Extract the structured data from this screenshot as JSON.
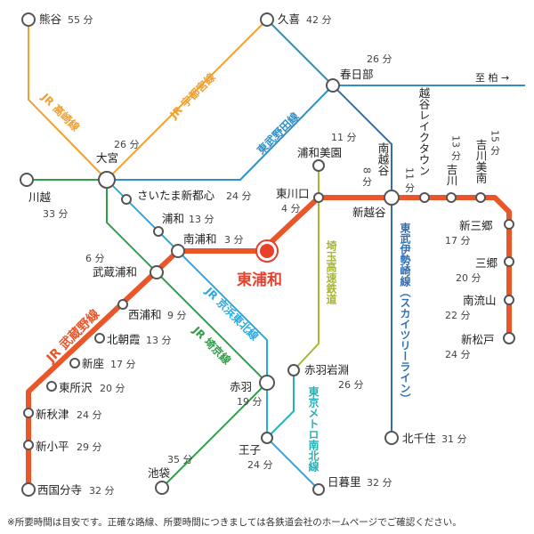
{
  "hub": {
    "name": "東浦和",
    "color": "#e8402a"
  },
  "lines": {
    "musashino": {
      "label": "JR 武蔵野線",
      "color": "#e8562a"
    },
    "takasaki": {
      "label": "JR 高崎線",
      "color": "#f0a030"
    },
    "utsunomiya": {
      "label": "JR 宇都宮線",
      "color": "#f0a030"
    },
    "tobu_noda": {
      "label": "東武野田線",
      "color": "#2f8fc8"
    },
    "tobu_isesaki": {
      "label": "東武伊勢崎線（スカイツリーライン）",
      "color": "#2f6fb8"
    },
    "keihin_tohoku": {
      "label": "JR 京浜東北線",
      "color": "#27aae1"
    },
    "saikyo": {
      "label": "JR 埼京線",
      "color": "#2e9e48"
    },
    "saitama_kosoku": {
      "label": "埼玉高速鉄道",
      "color": "#a8b532"
    },
    "namboku": {
      "label": "東京メトロ南北線",
      "color": "#27b1b6"
    },
    "kawagoe_link": {
      "color": "#2e9e48"
    },
    "to_kasiwa": {
      "label": "至 柏 →",
      "color": "#2f8fc8"
    }
  },
  "stations": {
    "kumagaya": {
      "name": "熊谷",
      "time": "55 分"
    },
    "kuki": {
      "name": "久喜",
      "time": "42 分"
    },
    "kasukabe": {
      "name": "春日部",
      "time": "26 分"
    },
    "omiya": {
      "name": "大宮",
      "time": "26 分"
    },
    "kawagoe": {
      "name": "川越",
      "time": "33 分"
    },
    "saitama_shintoshin": {
      "name": "さいたま新都心",
      "time": "24 分"
    },
    "urawa": {
      "name": "浦和",
      "time": "13 分"
    },
    "minami_urawa": {
      "name": "南浦和",
      "time": "3 分"
    },
    "musashi_urawa": {
      "name": "武蔵浦和",
      "time": "6 分"
    },
    "nishi_urawa": {
      "name": "西浦和",
      "time": "9 分"
    },
    "kita_asaka": {
      "name": "北朝霞",
      "time": "13 分"
    },
    "niiza": {
      "name": "新座",
      "time": "17 分"
    },
    "higashi_tokorozawa": {
      "name": "東所沢",
      "time": "20 分"
    },
    "shin_akitsu": {
      "name": "新秋津",
      "time": "24 分"
    },
    "shin_kodaira": {
      "name": "新小平",
      "time": "29 分"
    },
    "nishi_kokubunji": {
      "name": "西国分寺",
      "time": "32 分"
    },
    "urawa_misono": {
      "name": "浦和美園",
      "time": "11 分"
    },
    "higashi_kawaguchi": {
      "name": "東川口",
      "time": "4 分"
    },
    "minami_koshigaya": {
      "name": "南越谷",
      "time": "8 分"
    },
    "shin_koshigaya": {
      "name": "新越谷"
    },
    "koshigaya_laketown": {
      "name": "越谷レイクタウン",
      "time": "11 分"
    },
    "yoshikawa": {
      "name": "吉川",
      "time": "13 分"
    },
    "yoshikawa_minami": {
      "name": "吉川美南",
      "time": "15 分"
    },
    "shin_misato": {
      "name": "新三郷",
      "time": "17 分"
    },
    "misato": {
      "name": "三郷",
      "time": "20 分"
    },
    "minami_nagareyama": {
      "name": "南流山",
      "time": "22 分"
    },
    "shin_matsudo": {
      "name": "新松戸",
      "time": "24 分"
    },
    "kita_senju": {
      "name": "北千住",
      "time": "31 分"
    },
    "akabane_iwabuchi": {
      "name": "赤羽岩淵",
      "time": "26 分"
    },
    "akabane": {
      "name": "赤羽",
      "time": "19 分"
    },
    "oji": {
      "name": "王子",
      "time": "24 分"
    },
    "nippori": {
      "name": "日暮里",
      "time": "32 分"
    },
    "ikebukuro": {
      "name": "池袋",
      "time": "35 分"
    }
  },
  "footnote": "※所要時間は目安です。正確な路線、所要時間につきましては各鉄道会社のホームページでご確認ください。"
}
